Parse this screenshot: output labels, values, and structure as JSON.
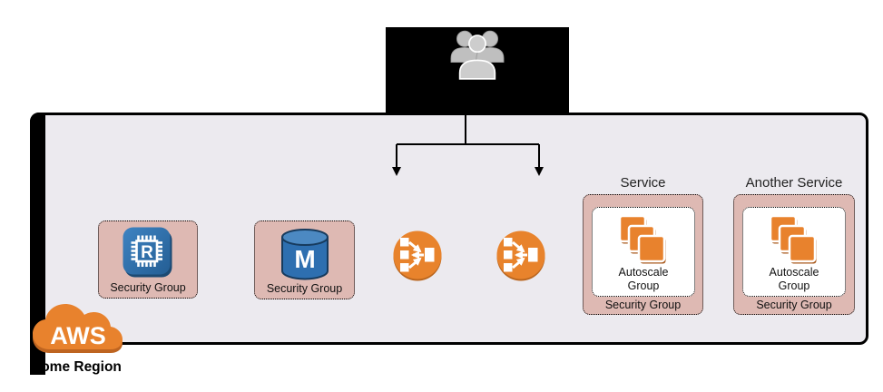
{
  "users_node": {
    "icon": "users-icon"
  },
  "region": {
    "label": "Home Region",
    "cloud_text": "AWS",
    "security_groups": [
      {
        "label": "Security Group",
        "icon": "redis-chip-icon"
      },
      {
        "label": "Security Group",
        "icon": "database-m-icon"
      }
    ],
    "load_balancers": [
      {
        "icon": "elastic-load-balancer-icon"
      },
      {
        "icon": "elastic-load-balancer-icon"
      }
    ],
    "services": [
      {
        "title": "Service",
        "autoscale_label": "Autoscale Group",
        "security_group_label": "Security Group",
        "icon": "instances-stack-icon"
      },
      {
        "title": "Another Service",
        "autoscale_label": "Autoscale Group",
        "security_group_label": "Security Group",
        "icon": "instances-stack-icon"
      }
    ]
  },
  "colors": {
    "region_fill": "#ECEAEF",
    "security_group_fill": "#DEB9B3",
    "aws_orange": "#E8822D",
    "orange_shadow": "#BA661F",
    "icon_blue": "#2E6FB0",
    "node_black": "#000000"
  }
}
